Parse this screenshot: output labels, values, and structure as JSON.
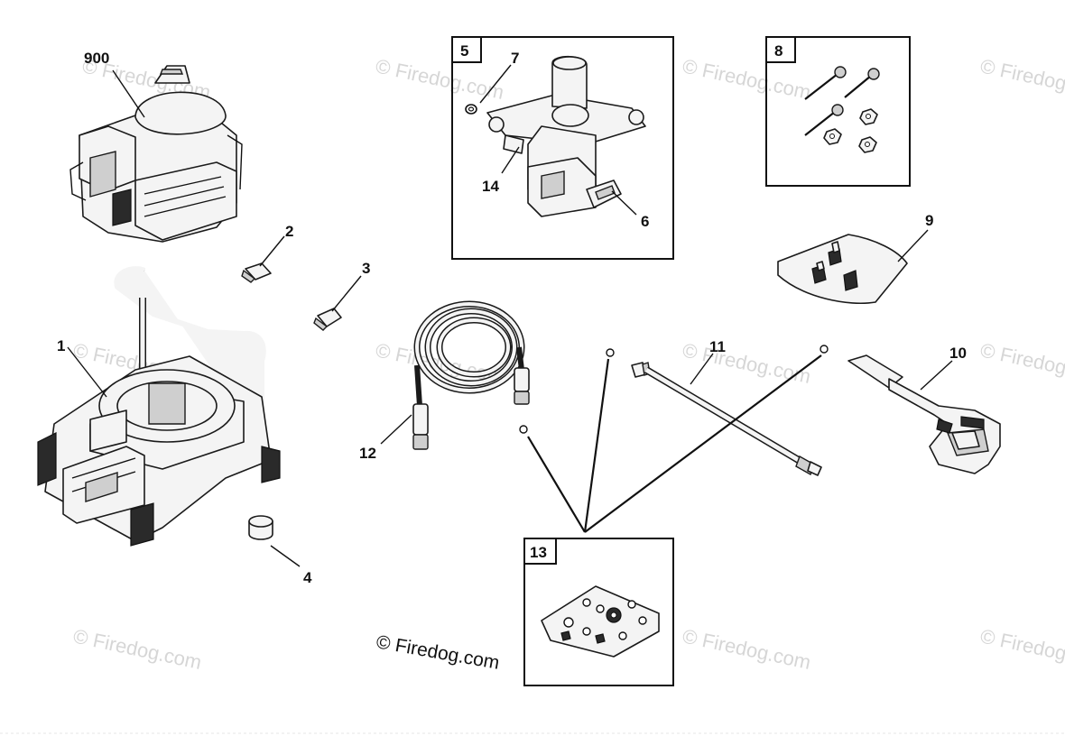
{
  "watermark_text": "© Firedog.com",
  "watermark_main": "© Firedog.com",
  "labels": {
    "p900": "900",
    "p1": "1",
    "p2": "2",
    "p3": "3",
    "p4": "4",
    "p5": "5",
    "p6": "6",
    "p7": "7",
    "p8": "8",
    "p9": "9",
    "p10": "10",
    "p11": "11",
    "p12": "12",
    "p13": "13",
    "p14": "14"
  }
}
